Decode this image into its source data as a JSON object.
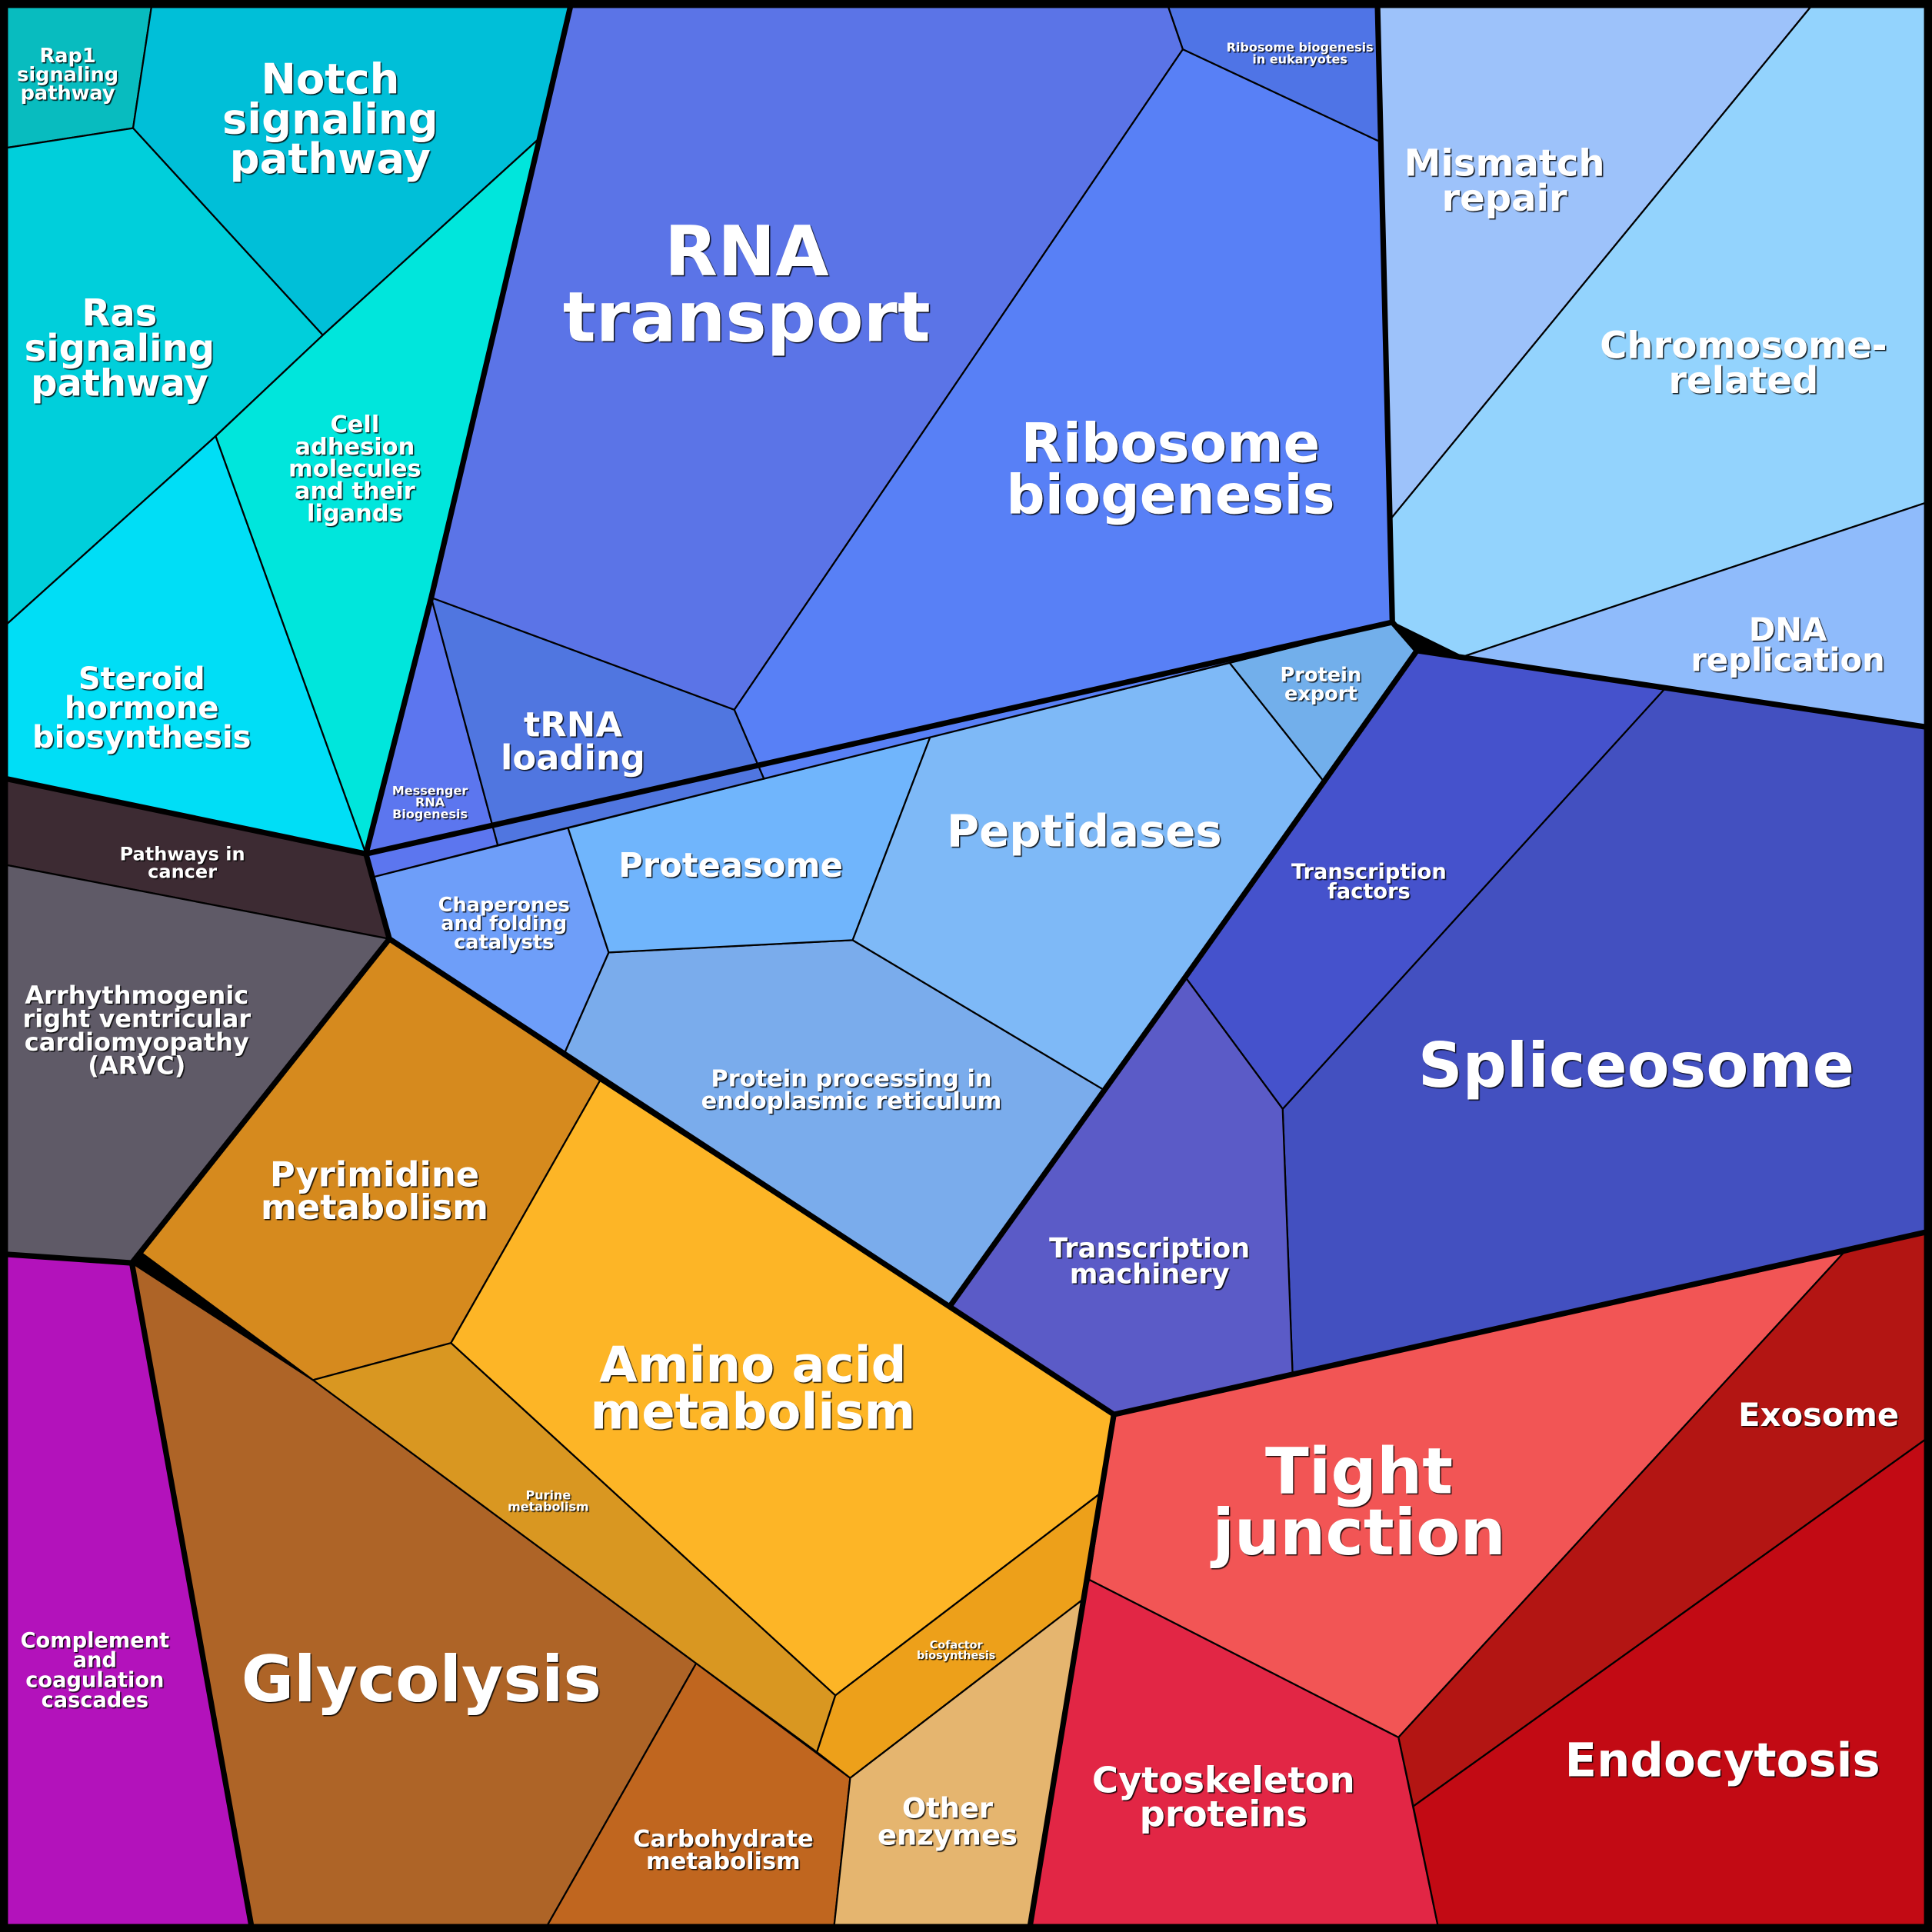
{
  "title": "Voronoi treemap of pathway categories",
  "cells": [
    {
      "id": "rap1",
      "color": "#08bcbf",
      "label": [
        "Rap1",
        "signaling",
        "pathway"
      ]
    },
    {
      "id": "notch",
      "color": "#00bfd8",
      "label": [
        "Notch",
        "signaling",
        "pathway"
      ]
    },
    {
      "id": "ras",
      "color": "#00cfdb",
      "label": [
        "Ras",
        "signaling",
        "pathway"
      ]
    },
    {
      "id": "cell-adhesion",
      "color": "#00e6dc",
      "label": [
        "Cell",
        "adhesion",
        "molecules",
        "and their",
        "ligands"
      ]
    },
    {
      "id": "steroid",
      "color": "#00def6",
      "label": [
        "Steroid",
        "hormone",
        "biosynthesis"
      ]
    },
    {
      "id": "cancer",
      "color": "#3d2b33",
      "label": [
        "Pathways in",
        "cancer"
      ]
    },
    {
      "id": "arvc",
      "color": "#5f5a67",
      "label": [
        "Arrhythmogenic",
        "right ventricular",
        "cardiomyopathy",
        "(ARVC)"
      ]
    },
    {
      "id": "complement",
      "color": "#b312bb",
      "label": [
        "Complement",
        "and",
        "coagulation",
        "cascades"
      ]
    },
    {
      "id": "glycolysis",
      "color": "#ae6427",
      "label": [
        "Glycolysis"
      ]
    },
    {
      "id": "pyrimidine",
      "color": "#d68a1e",
      "label": [
        "Pyrimidine",
        "metabolism"
      ]
    },
    {
      "id": "amino-acid",
      "color": "#fdb526",
      "label": [
        "Amino acid",
        "metabolism"
      ]
    },
    {
      "id": "purine",
      "color": "#d99721",
      "label": [
        "Purine",
        "metabolism"
      ]
    },
    {
      "id": "carbohydrate",
      "color": "#c0661f",
      "label": [
        "Carbohydrate",
        "metabolism"
      ]
    },
    {
      "id": "cofactor",
      "color": "#eda01a",
      "label": [
        "Cofactor",
        "biosynthesis"
      ]
    },
    {
      "id": "other-enzymes",
      "color": "#e5b56f",
      "label": [
        "Other",
        "enzymes"
      ]
    },
    {
      "id": "cytoskeleton",
      "color": "#e22645",
      "label": [
        "Cytoskeleton",
        "proteins"
      ]
    },
    {
      "id": "tight-junction",
      "color": "#f25555",
      "label": [
        "Tight",
        "junction"
      ]
    },
    {
      "id": "exosome",
      "color": "#b31513",
      "label": [
        "Exosome"
      ]
    },
    {
      "id": "endocytosis",
      "color": "#c20a14",
      "label": [
        "Endocytosis"
      ]
    },
    {
      "id": "spliceosome",
      "color": "#4350c0",
      "label": [
        "Spliceosome"
      ]
    },
    {
      "id": "transcription-factors",
      "color": "#4552cc",
      "label": [
        "Transcription",
        "factors"
      ]
    },
    {
      "id": "transcription-machinery",
      "color": "#5b5bc7",
      "label": [
        "Transcription",
        "machinery"
      ]
    },
    {
      "id": "protein-processing-er",
      "color": "#7aacec",
      "label": [
        "Protein processing in",
        "endoplasmic reticulum"
      ]
    },
    {
      "id": "chaperones",
      "color": "#6e9ef9",
      "label": [
        "Chaperones",
        "and folding",
        "catalysts"
      ]
    },
    {
      "id": "proteasome",
      "color": "#70b5fc",
      "label": [
        "Proteasome"
      ]
    },
    {
      "id": "peptidases",
      "color": "#7eb9f7",
      "label": [
        "Peptidases"
      ]
    },
    {
      "id": "protein-export",
      "color": "#72afeb",
      "label": [
        "Protein",
        "export"
      ]
    },
    {
      "id": "messenger-rna",
      "color": "#5c76ef",
      "label": [
        "Messenger",
        "RNA",
        "Biogenesis"
      ]
    },
    {
      "id": "trna-loading",
      "color": "#5076e0",
      "label": [
        "tRNA",
        "loading"
      ]
    },
    {
      "id": "rna-transport",
      "color": "#5b74e7",
      "label": [
        "RNA",
        "transport"
      ]
    },
    {
      "id": "ribosome-biogenesis",
      "color": "#5880f6",
      "label": [
        "Ribosome",
        "biogenesis"
      ]
    },
    {
      "id": "ribosome-eukaryotes",
      "color": "#4f74e6",
      "label": [
        "Ribosome biogenesis",
        "in eukaryotes"
      ]
    },
    {
      "id": "mismatch-repair",
      "color": "#9dc2fa",
      "label": [
        "Mismatch",
        "repair"
      ]
    },
    {
      "id": "chromosome",
      "color": "#93d3fd",
      "label": [
        "Chromosome-",
        "related"
      ]
    },
    {
      "id": "dna-replication",
      "color": "#8fbbfb",
      "label": [
        "DNA",
        "replication"
      ]
    }
  ]
}
